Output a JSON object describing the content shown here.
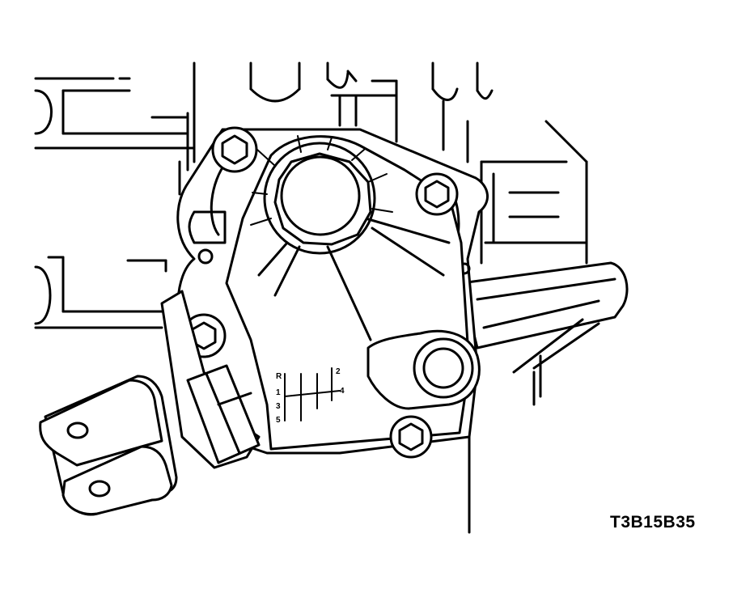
{
  "figure_code": "T3B15B35",
  "shift_pattern": {
    "left_labels": [
      "R",
      "1",
      "3",
      "5"
    ],
    "right_labels": [
      "2",
      "4"
    ]
  }
}
